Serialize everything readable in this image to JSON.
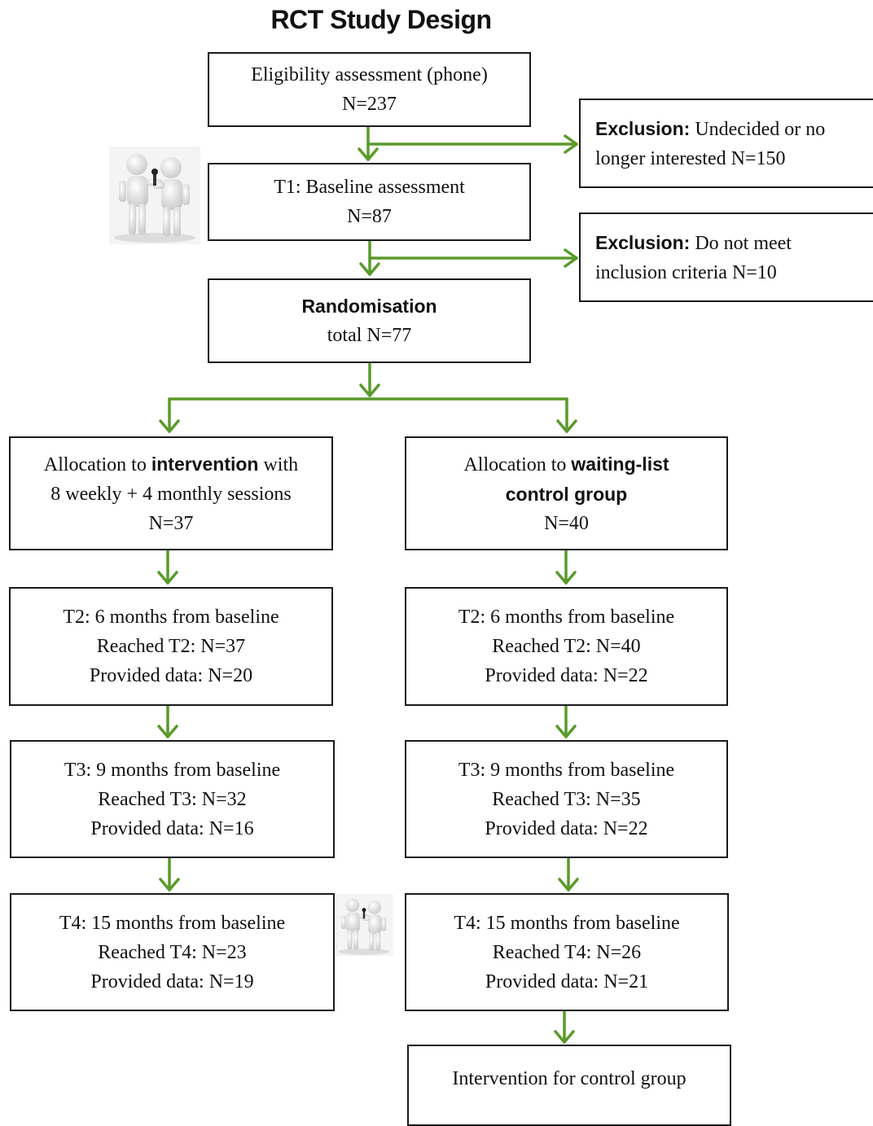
{
  "title": "RCT Study Design",
  "colors": {
    "arrow": "#5a9a2a",
    "border": "#1a1a1a"
  },
  "icons": [
    "people-figures-icon",
    "people-figures-small-icon"
  ],
  "nodes": {
    "eligibility": {
      "line1": "Eligibility assessment (phone)",
      "line2": "N=237"
    },
    "exclusion1": {
      "label": "Exclusion:",
      "text1": " Undecided or no",
      "text2": "longer interested N=150"
    },
    "baseline": {
      "line1": "T1: Baseline assessment",
      "line2": "N=87"
    },
    "exclusion2": {
      "label": "Exclusion:",
      "text1": " Do not meet",
      "text2": "inclusion criteria N=10"
    },
    "randomisation": {
      "line1": "Randomisation",
      "line2": "total N=77"
    },
    "alloc_intervention": {
      "pre": "Allocation to ",
      "bold": "intervention",
      "post": " with",
      "line2": "8 weekly + 4 monthly sessions",
      "line3": "N=37"
    },
    "alloc_control": {
      "pre": "Allocation to ",
      "bold1": "waiting-list",
      "bold2": "control group",
      "line3": "N=40"
    },
    "t2_intervention": {
      "line1": "T2: 6 months from baseline",
      "line2": "Reached T2: N=37",
      "line3": "Provided data: N=20"
    },
    "t2_control": {
      "line1": "T2: 6 months from baseline",
      "line2": "Reached T2: N=40",
      "line3": "Provided data: N=22"
    },
    "t3_intervention": {
      "line1": "T3: 9 months from baseline",
      "line2": "Reached T3: N=32",
      "line3": "Provided data: N=16"
    },
    "t3_control": {
      "line1": "T3: 9 months from baseline",
      "line2": "Reached T3: N=35",
      "line3": "Provided data: N=22"
    },
    "t4_intervention": {
      "line1": "T4: 15 months from baseline",
      "line2": "Reached T4: N=23",
      "line3": "Provided data: N=19"
    },
    "t4_control": {
      "line1": "T4: 15 months from baseline",
      "line2": "Reached T4: N=26",
      "line3": "Provided data: N=21"
    },
    "control_intervention": {
      "line1": "Intervention for control group"
    }
  }
}
